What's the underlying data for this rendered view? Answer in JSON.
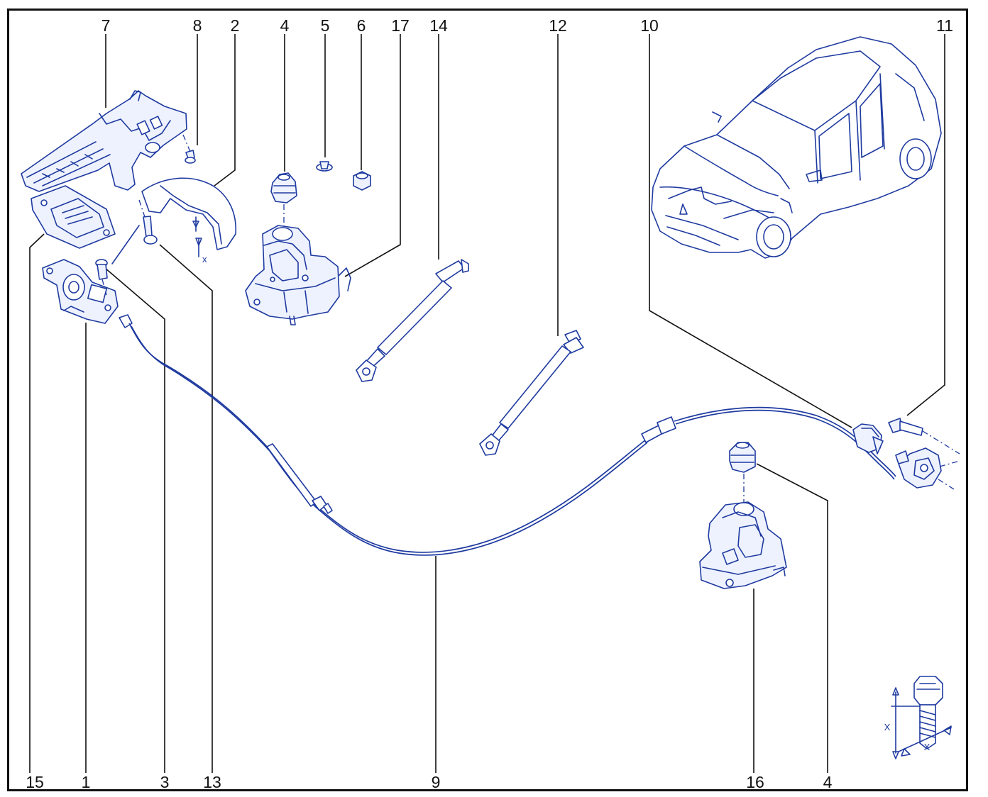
{
  "callouts": {
    "c7": "7",
    "c8": "8",
    "c2": "2",
    "c4": "4",
    "c5": "5",
    "c6": "6",
    "c17": "17",
    "c14": "14",
    "c12": "12",
    "c10": "10",
    "c11": "11",
    "c15": "15",
    "c1": "1",
    "c3": "3",
    "c13": "13",
    "c9": "9",
    "c16": "16",
    "c4b": "4"
  },
  "dimension_marks": {
    "shield_x": "x",
    "bolt_x_vertical": "X",
    "bolt_x_horizontal": "X"
  },
  "colors": {
    "line": "#1e3aa0",
    "fill": "#eef2ff",
    "frame": "#111111"
  }
}
